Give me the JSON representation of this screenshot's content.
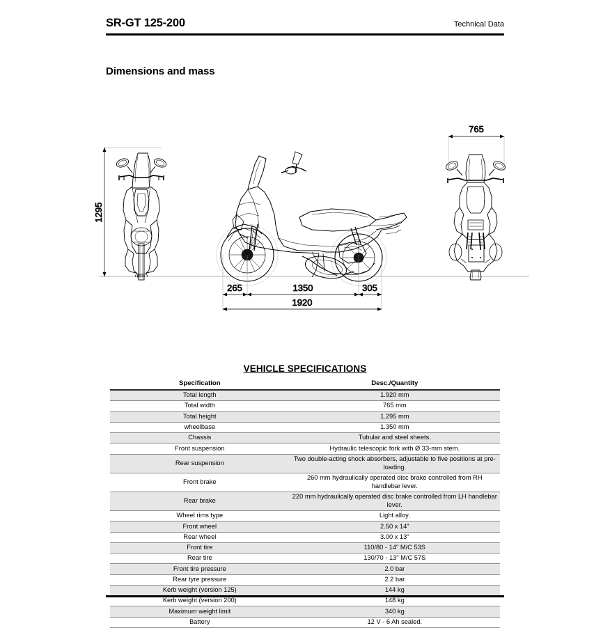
{
  "header": {
    "title": "SR-GT 125-200",
    "subtitle": "Technical Data"
  },
  "section": {
    "heading": "Dimensions and mass"
  },
  "drawing": {
    "views": {
      "front": "front-view",
      "side": "side-view",
      "rear": "rear-view"
    },
    "dimensions": {
      "height": "1295",
      "width": "765",
      "front_overhang": "265",
      "wheelbase": "1350",
      "rear_overhang": "305",
      "total_length": "1920"
    }
  },
  "specs": {
    "title": "VEHICLE SPECIFICATIONS",
    "columns": [
      "Specification",
      "Desc./Quantity"
    ],
    "rows": [
      {
        "name": "Total length",
        "value": "1.920 mm"
      },
      {
        "name": "Total width",
        "value": "765 mm"
      },
      {
        "name": "Total height",
        "value": "1.295 mm"
      },
      {
        "name": "wheelbase",
        "value": "1.350 mm"
      },
      {
        "name": "Chassis",
        "value": "Tubular and steel sheets."
      },
      {
        "name": "Front suspension",
        "value": "Hydraulic telescopic fork with Ø 33-mm stem."
      },
      {
        "name": "Rear suspension",
        "value": "Two double-acting shock absorbers, adjustable to five positions at pre-loading."
      },
      {
        "name": "Front brake",
        "value": "260 mm hydraulically operated disc brake controlled from RH handlebar lever."
      },
      {
        "name": "Rear brake",
        "value": "220 mm hydraulically operated disc brake controlled from LH handlebar lever."
      },
      {
        "name": "Wheel rims type",
        "value": "Light alloy."
      },
      {
        "name": "Front wheel",
        "value": "2.50 x 14\""
      },
      {
        "name": "Rear wheel",
        "value": "3.00 x 13\""
      },
      {
        "name": "Front tire",
        "value": "110/80 - 14\" M/C 53S"
      },
      {
        "name": "Rear tire",
        "value": "130/70 - 13\" M/C 57S"
      },
      {
        "name": "Front tire pressure",
        "value": "2.0 bar"
      },
      {
        "name": "Rear tyre pressure",
        "value": "2.2 bar"
      },
      {
        "name": "Kerb weight (version 125)",
        "value": "144 kg"
      },
      {
        "name": "Kerb weight (version 200)",
        "value": "148 kg"
      },
      {
        "name": "Maximum weight limit",
        "value": "340 kg"
      },
      {
        "name": "Battery",
        "value": "12 V - 6 Ah sealed."
      }
    ]
  }
}
